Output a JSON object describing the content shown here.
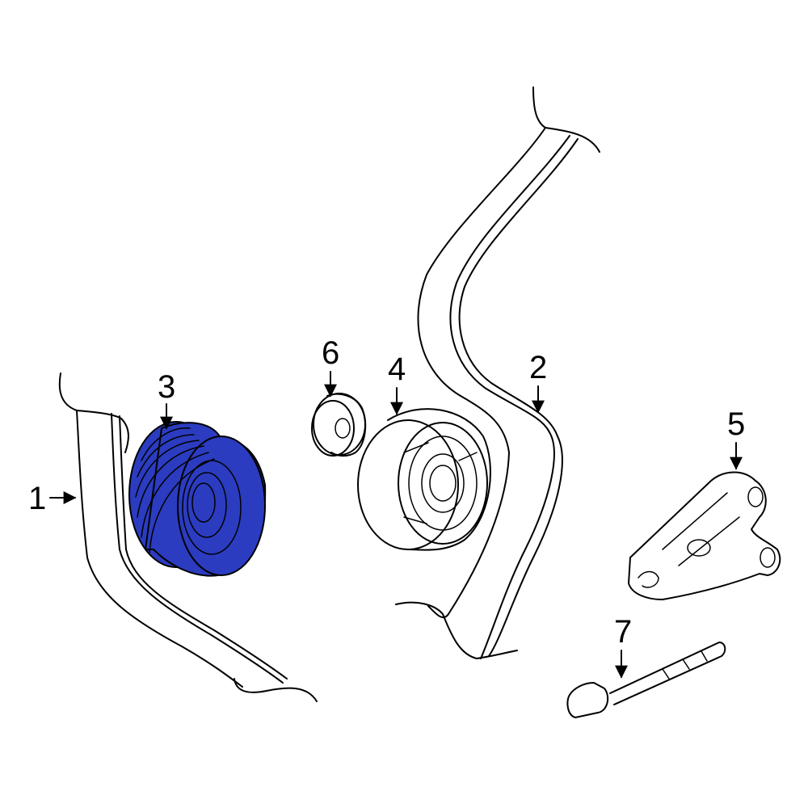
{
  "callouts": [
    {
      "number": "1",
      "part": "serpentine-belt-left-run"
    },
    {
      "number": "2",
      "part": "serpentine-belt-right-run"
    },
    {
      "number": "3",
      "part": "alternator-pulley"
    },
    {
      "number": "4",
      "part": "idler-pulley"
    },
    {
      "number": "5",
      "part": "idler-bracket"
    },
    {
      "number": "6",
      "part": "pulley-cap"
    },
    {
      "number": "7",
      "part": "bolt"
    }
  ],
  "colors": {
    "highlight": "#2b3cc0",
    "line": "#000000",
    "background": "#ffffff"
  }
}
